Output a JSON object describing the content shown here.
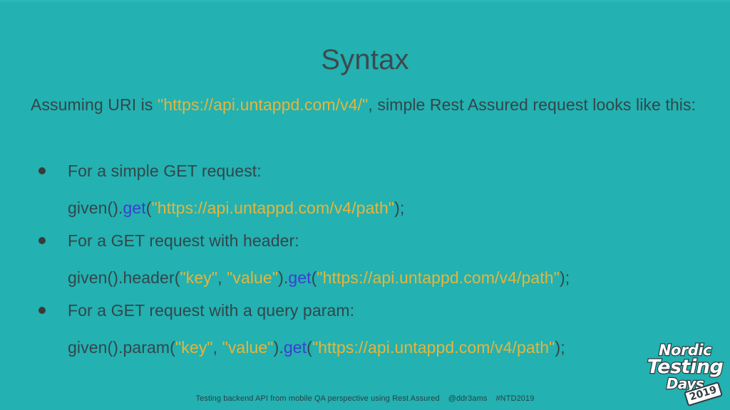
{
  "theme": {
    "background": "#23b1b1",
    "text": "#33464b",
    "title": "#3c4a4e",
    "string_literal": "#e5b53c",
    "function_name": "#3b3fd0",
    "bullet": "#3a3a3a"
  },
  "slide": {
    "title": "Syntax",
    "intro": {
      "before": "Assuming URI is ",
      "uri": "\"https://api.untappd.com/v4/\"",
      "after": ", simple Rest Assured request looks like this:"
    },
    "bullets": [
      {
        "label": "For a simple GET request:",
        "code": [
          {
            "text": "given().",
            "kind": "plain"
          },
          {
            "text": "get",
            "kind": "fn"
          },
          {
            "text": "(",
            "kind": "plain"
          },
          {
            "text": "\"https://api.untappd.com/v4/path\"",
            "kind": "str"
          },
          {
            "text": ");",
            "kind": "plain"
          }
        ]
      },
      {
        "label": "For a GET request with header:",
        "code": [
          {
            "text": "given().header(",
            "kind": "plain"
          },
          {
            "text": "\"key\"",
            "kind": "str"
          },
          {
            "text": ", ",
            "kind": "plain"
          },
          {
            "text": "\"value\"",
            "kind": "str"
          },
          {
            "text": ").",
            "kind": "plain"
          },
          {
            "text": "get",
            "kind": "fn"
          },
          {
            "text": "(",
            "kind": "plain"
          },
          {
            "text": "\"https://api.untappd.com/v4/path\"",
            "kind": "str"
          },
          {
            "text": ");",
            "kind": "plain"
          }
        ]
      },
      {
        "label": "For a GET request with a query param:",
        "code": [
          {
            "text": "given().param(",
            "kind": "plain"
          },
          {
            "text": "\"key\"",
            "kind": "str"
          },
          {
            "text": ", ",
            "kind": "plain"
          },
          {
            "text": "\"value\"",
            "kind": "str"
          },
          {
            "text": ").",
            "kind": "plain"
          },
          {
            "text": "get",
            "kind": "fn"
          },
          {
            "text": "(",
            "kind": "plain"
          },
          {
            "text": "\"https://api.untappd.com/v4/path\"",
            "kind": "str"
          },
          {
            "text": ");",
            "kind": "plain"
          }
        ]
      }
    ]
  },
  "footer": {
    "talk": "Testing backend API from mobile QA perspective using Rest Assured",
    "handle": "@ddr3ams",
    "hashtag": "#NTD2019"
  },
  "logo": {
    "line1": "Nordic",
    "line2": "Testing",
    "line3": "Days",
    "year": "2019"
  }
}
